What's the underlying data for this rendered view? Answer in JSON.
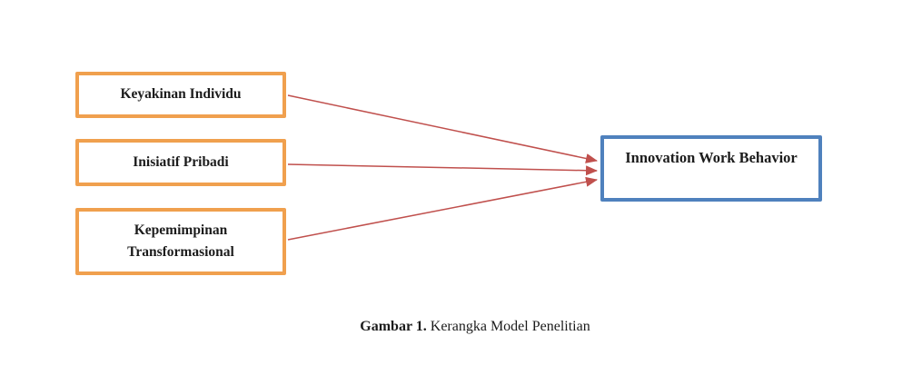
{
  "caption": {
    "figure_label": "Gambar 1.",
    "title": " Kerangka Model Penelitian"
  },
  "diagram": {
    "type": "path-model",
    "nodes": [
      {
        "id": "keyakinan-individu",
        "label": "Keyakinan Individu",
        "role": "predictor"
      },
      {
        "id": "inisiatif-pribadi",
        "label": "Inisiatif Pribadi",
        "role": "predictor"
      },
      {
        "id": "kepemimpinan-transformasional",
        "label": "Kepemimpinan Transformasional",
        "role": "predictor"
      },
      {
        "id": "innovation-work-behavior",
        "label": "Innovation Work Behavior",
        "role": "outcome"
      }
    ],
    "edges": [
      {
        "from": "Keyakinan Individu",
        "to": "Innovation Work Behavior"
      },
      {
        "from": "Inisiatif Pribadi",
        "to": "Innovation Work Behavior"
      },
      {
        "from": "Kepemimpinan Transformasional",
        "to": "Innovation Work Behavior"
      }
    ],
    "colors": {
      "predictor_border": "#F0A04E",
      "outcome_border": "#4F81BD",
      "arrow": "#C0504D",
      "text": "#1c1c1c"
    }
  }
}
